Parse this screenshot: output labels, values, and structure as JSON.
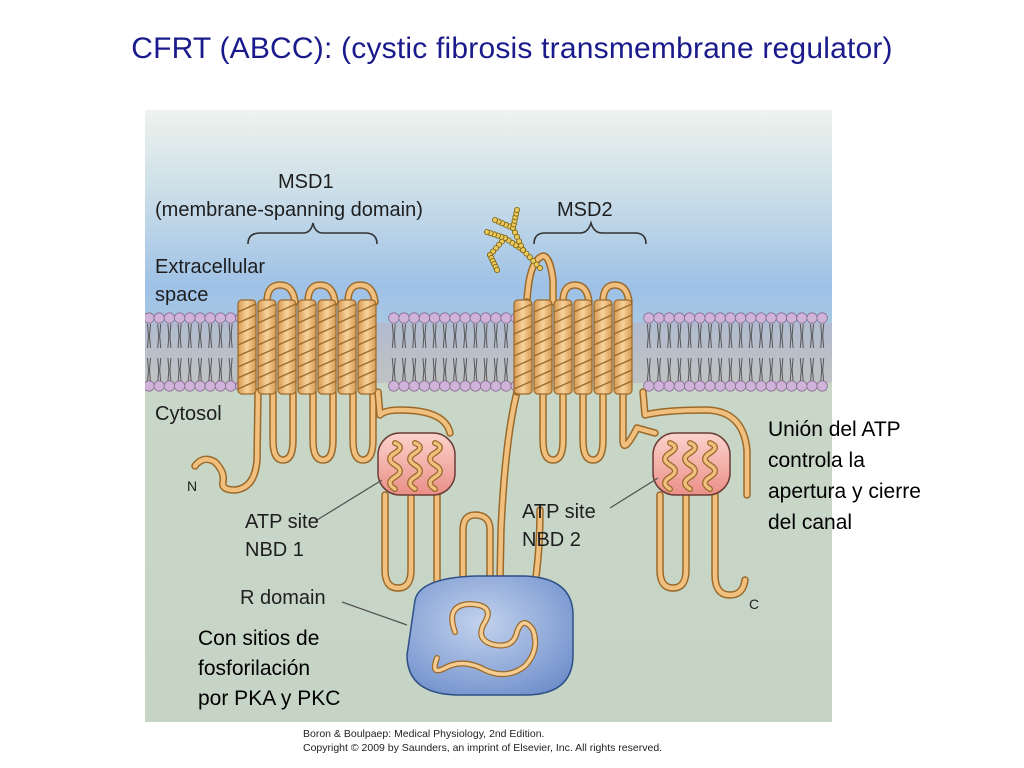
{
  "title": "CFRT (ABCC):  (cystic fibrosis transmembrane regulator)",
  "figure": {
    "msd1_label": "MSD1",
    "msd1_sublabel": "(membrane-spanning domain)",
    "msd2_label": "MSD2",
    "extracellular_line1": "Extracellular",
    "extracellular_line2": "space",
    "cytosol": "Cytosol",
    "n_terminus": "N",
    "c_terminus": "C",
    "atp_site_1_line1": "ATP site",
    "atp_site_1_line2": "NBD 1",
    "atp_site_2_line1": "ATP site",
    "atp_site_2_line2": "NBD 2",
    "r_domain": "R domain",
    "colors": {
      "extracellular_top": "#9ec1e6",
      "cytosol": "#c8d7c7",
      "helix": "#f2c07e",
      "helix_stroke": "#9a6a2c",
      "nbd": "#f1a7a0",
      "r_domain": "#6f8fcb",
      "lipid_head": "#cfb3d8"
    }
  },
  "annotations": {
    "atp_union_lines": [
      "Unión del ATP",
      "controla la",
      "apertura y cierre",
      "del canal"
    ],
    "phosphorylation_lines": [
      "Con sitios de",
      "fosforilación",
      "por PKA y PKC"
    ]
  },
  "credit": {
    "line1": "Boron & Boulpaep: Medical Physiology, 2nd Edition.",
    "line2": "Copyright © 2009 by Saunders, an imprint of Elsevier, Inc. All rights reserved."
  }
}
